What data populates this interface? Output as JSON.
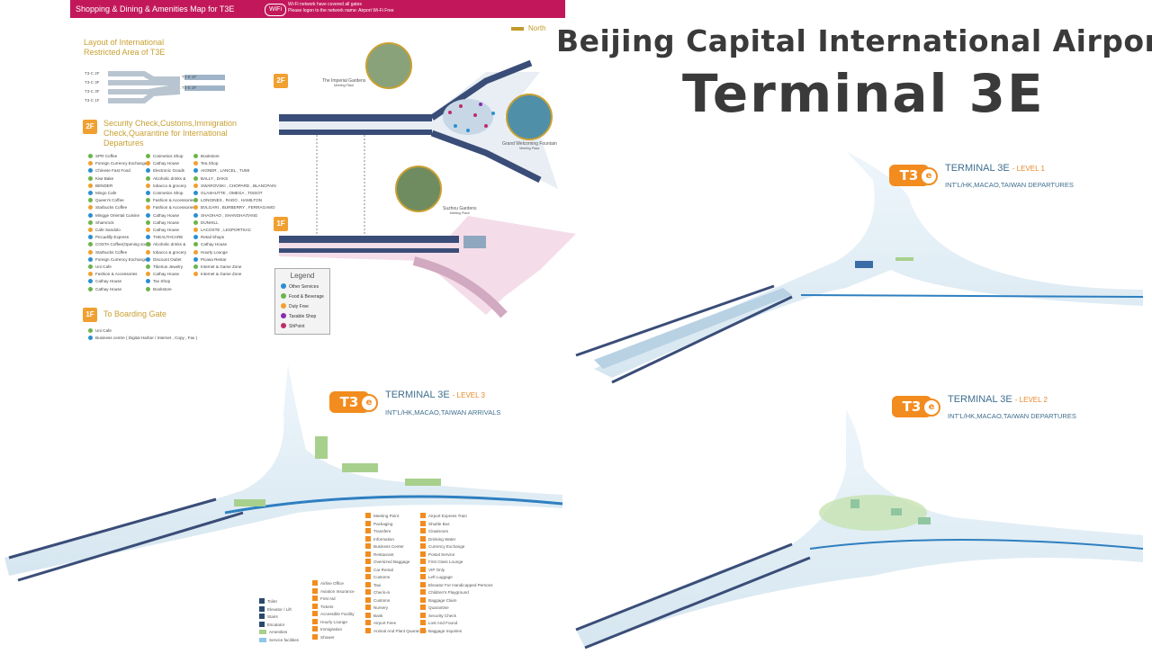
{
  "banner": {
    "title": "Shopping & Dining & Amenities Map for T3E",
    "wifi": "WiFi",
    "wifi_note_1": "Wi-Fi network have covered all gates",
    "wifi_note_2": "Please logon to the network name: Airport Wi-Fi Free"
  },
  "header": {
    "title_line1": "Beijing Capital International Airport",
    "title_line2": "Terminal 3E"
  },
  "north_label": "North",
  "intl_area": {
    "heading_line1": "Layout of International",
    "heading_line2": "Restricted Area of T3E",
    "left_labels": [
      "T3-C 2F",
      "T3-C 3F",
      "T3-C 3F",
      "T3-C 1F"
    ],
    "right_labels": [
      "T3-E 2F",
      "T3-E 3F"
    ]
  },
  "floor_2f": "2F",
  "floor_1f": "1F",
  "gardens": {
    "imperial": "The Imperial Gardens",
    "imperial_sub": "Meeting Place",
    "fountain": "Grand Welcoming Fountain",
    "fountain_sub": "Meeting Place",
    "suzhou": "Suzhou Gardens",
    "suzhou_sub": "Meeting Place"
  },
  "security_section": {
    "badge": "2F",
    "heading_line1": "Security Check,Customs,Immigration",
    "heading_line2": "Check,Quarantine for International",
    "heading_line3": "Departures",
    "col1": [
      "SPR Coffee",
      "Foreign Currency Exchange",
      "Chinese Fast Food",
      "Kiwi Bake",
      "BENDER",
      "Mingo Cafe",
      "Queen's Coffee",
      "Starbucks Coffee",
      "Mingge Oriental Cuisine",
      "Shamrock",
      "Cafe Sandolo",
      "Piccadilly Express",
      "COSTA Coffee(Opening soon)",
      "Starbucks Coffee",
      "Foreign Currency Exchange",
      "Uni Cafe",
      "Fashion & Accessories",
      "Cathay House",
      "Cathay House"
    ],
    "col2": [
      "Cosmetics Shop",
      "Cathay House",
      "Electronic Goods",
      "Alcoholic drinks &",
      "tobacco & grocery",
      "Cosmetics Shop",
      "Fashion & Accessories",
      "Fashion & Accessories",
      "Cathay House",
      "Cathay House",
      "Cathay House",
      "THEALTHCARE",
      "Alcoholic drinks &",
      "tobacco & grocery",
      "Discount Outlet",
      "Tiberius Jewelry",
      "Cathay House",
      "Tax Shop",
      "Bookstore"
    ],
    "col3": [
      "Bookstore",
      "Tea Shop",
      "AIGNER , LANCEL , TUMI",
      "BALLY , DAKS",
      "SWAROVSKI , CHOPARD , BLANCPAIN",
      "GLASHUTTE , OMEGA , TISSOT",
      "LONGINES , RADO , HAMILTON",
      "BVLGARI , BURBERRY , FERRAGAMO",
      "SHAOHAO , SHANGHAITANG",
      "DUNHILL",
      "LACOSTE , LESPORTSAC",
      "Retail Shops",
      "Cathay House",
      "Hourly Lounge",
      "Picasa Restar",
      "Internet & Game Zone",
      "Internet & Game Zone"
    ]
  },
  "boarding_section": {
    "badge": "1F",
    "heading": "To Boarding Gate",
    "items": [
      "Uni Cafe",
      "Business centre ( Digital Harbor / Internet , Copy , Fax )"
    ]
  },
  "legend": {
    "title": "Legend",
    "items": [
      "Other Services",
      "Food & Beverage",
      "Duty Free",
      "Taxable Shop",
      "ShPoint"
    ]
  },
  "levels": {
    "level1": {
      "logo": "T3",
      "logo_e": "e",
      "title": "TERMINAL 3E",
      "level": "- LEVEL 1",
      "sub": "INT'L/HK,MACAO,TAIWAN DEPARTURES"
    },
    "level2": {
      "logo": "T3",
      "logo_e": "e",
      "title": "TERMINAL 3E",
      "level": "- LEVEL 2",
      "sub": "INT'L/HK,MACAO,TAIWAN DEPARTURES"
    },
    "level3": {
      "logo": "T3",
      "logo_e": "e",
      "title": "TERMINAL 3E",
      "level": "- LEVEL 3",
      "sub": "INT'L/HK,MACAO,TAIWAN ARRIVALS"
    }
  },
  "key": {
    "blue_col": [
      "Toilet",
      "Elevator / Lift",
      "Stairs",
      "Escalator",
      "Amenities",
      "Service facilities"
    ],
    "col_a": [
      "Airline Office",
      "Aviation Insurance",
      "First Aid",
      "Tickets",
      "Accessible Facility",
      "Hourly Lounge",
      "Immigration",
      "Shower"
    ],
    "col_b": [
      "Meeting Point",
      "Packaging",
      "Transfers",
      "Information",
      "Business Center",
      "Restaurant",
      "Oversized Baggage",
      "Car Rental",
      "Customs",
      "Taxi",
      "Check-in",
      "Customs",
      "Nursery",
      "Bank",
      "Airport Fees",
      "Animal And Plant Quarantine"
    ],
    "col_c": [
      "Airport Express Train",
      "Shuttle Bus",
      "Cloakroom",
      "Drinking Water",
      "Currency Exchange",
      "Postal Service",
      "First Class Lounge",
      "VIP Only",
      "Left Luggage",
      "Elevator For Handicapped Persons",
      "Children's Playground",
      "Baggage Claim",
      "Quarantine",
      "Security Check",
      "Lost And Found",
      "Baggage Inquiries"
    ]
  }
}
